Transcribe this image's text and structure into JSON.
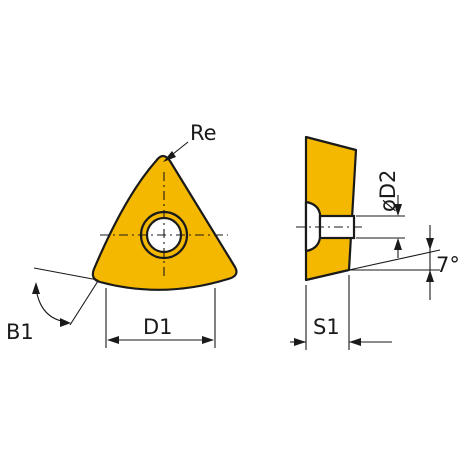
{
  "diagram": {
    "colors": {
      "insert_fill": "#f5b800",
      "line": "#1a1a1a",
      "background": "#ffffff"
    },
    "labels": {
      "corner_radius": "Re",
      "inscribed_diameter": "D1",
      "clearance_reference": "B1",
      "hole_diameter": "øD2",
      "thickness": "S1",
      "clearance_angle": "7°"
    }
  }
}
